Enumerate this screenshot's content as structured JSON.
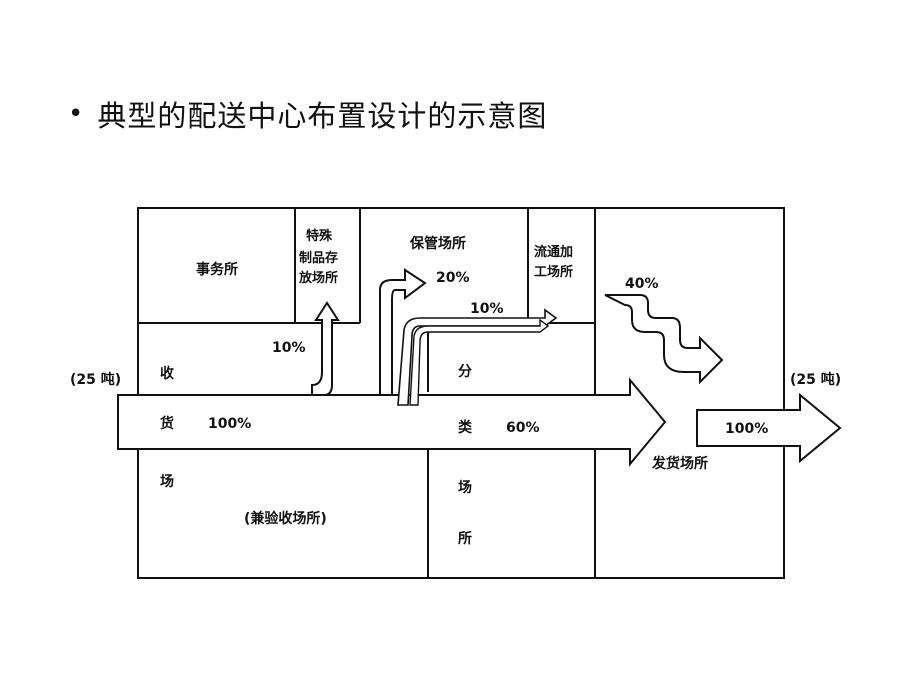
{
  "slide": {
    "bullet": "•",
    "title": "典型的配送中心布置设计的示意图"
  },
  "diagram": {
    "inflow_left": "(25 吨)",
    "outflow_right": "(25 吨)",
    "office": "事务所",
    "special_storage": [
      "特殊",
      "制品存",
      "放场所"
    ],
    "storage_area": "保管场所",
    "storage_pct": "20%",
    "processing_area": [
      "流通加",
      "工场所"
    ],
    "processing_pct": "10%",
    "special_pct": "10%",
    "direct_pct": "40%",
    "receiving_chars": [
      "收",
      "货",
      "场"
    ],
    "receiving_sub": "(兼验收场所)",
    "main_pct": "100%",
    "sorting_chars": [
      "分",
      "类",
      "场",
      "所"
    ],
    "sorting_pct": "60%",
    "shipping_area": "发货场所",
    "shipping_pct": "100%"
  }
}
